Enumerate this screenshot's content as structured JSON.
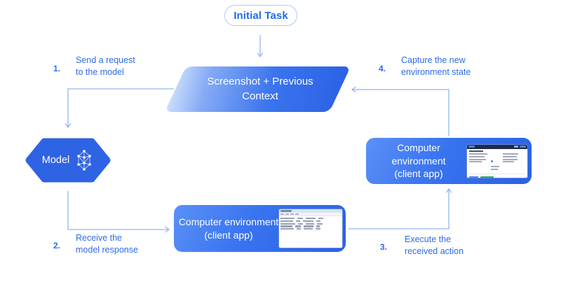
{
  "nodes": {
    "initial_task": {
      "label": "Initial Task"
    },
    "screenshot_context": {
      "line1": "Screenshot + Previous",
      "line2": "Context"
    },
    "model": {
      "label": "Model",
      "icon": "neural-network-icon"
    },
    "env_bottom": {
      "line1": "Computer environment",
      "line2": "(client app)",
      "thumbnail": "desktop-app-screenshot"
    },
    "env_right": {
      "line1": "Computer environment",
      "line2": "(client app)",
      "thumbnail": "web-app-screenshot"
    }
  },
  "steps": [
    {
      "number": "1.",
      "line1": "Send a request",
      "line2": "to the model"
    },
    {
      "number": "2.",
      "line1": "Receive the",
      "line2": "model response"
    },
    {
      "number": "3.",
      "line1": "Execute the",
      "line2": "received action"
    },
    {
      "number": "4.",
      "line1": "Capture the new",
      "line2": "environment state"
    }
  ],
  "colors": {
    "accent_text_blue": "#2b6bea",
    "shape_blue": "#2e63e4",
    "shape_light_blue": "#cedffc",
    "arrow_blue": "#93b5f4",
    "pill_border": "#aecbfa",
    "thumb_header_dark": "#1e2a4a",
    "thumb_button_blue": "#4285f4",
    "thumb_button_green": "#34a853"
  }
}
